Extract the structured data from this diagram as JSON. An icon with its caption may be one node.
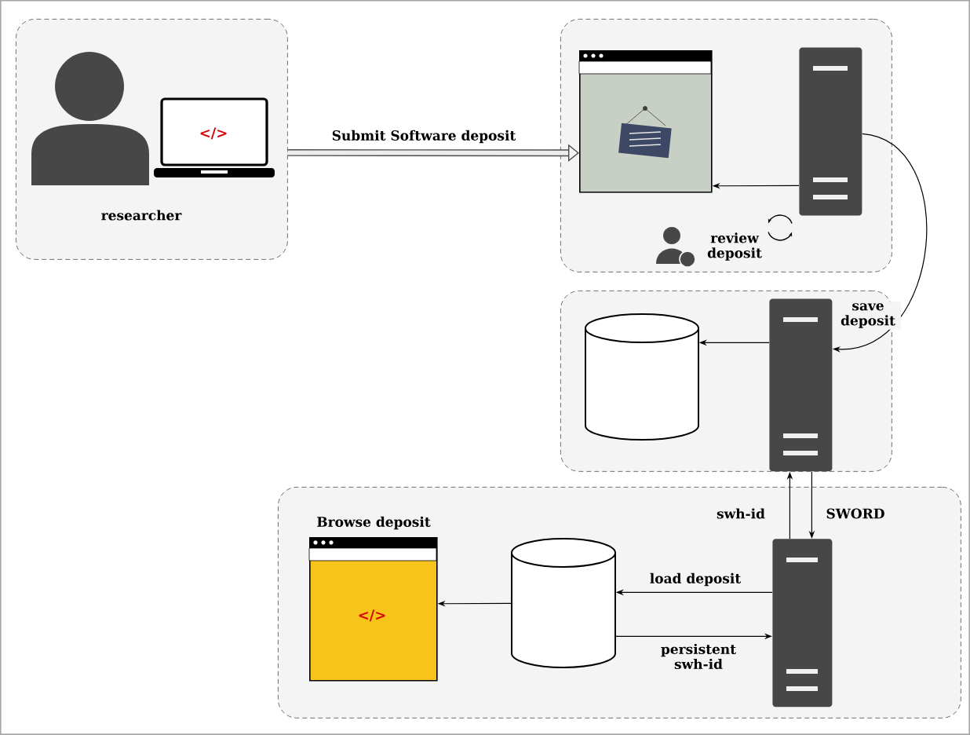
{
  "diagram": {
    "nodes": [
      {
        "text": [
          "researcher"
        ]
      },
      {
        "text": [
          "review deposit"
        ]
      },
      {
        "text": [],
        "shape": "picture",
        "in": 1
      },
      {
        "text": [],
        "shape": "box",
        "in": 1
      },
      {
        "text": [],
        "shape": "box"
      },
      {
        "text": [],
        "shape": "cylinder",
        "in": 4
      },
      {
        "text": [],
        "shape": "box",
        "in": 4
      },
      {
        "text": [],
        "shape": "box"
      },
      {
        "text": [
          "Browse deposit",
          "</>"
        ],
        "in": 7
      },
      {
        "text": [],
        "shape": "cylinder",
        "in": 7
      },
      {
        "text": [],
        "shape": "box",
        "in": 7
      }
    ],
    "edges": [
      {
        "from": 0,
        "to": 2,
        "arrow": "to",
        "label": "Submit Software deposit",
        "style": "thick"
      },
      {
        "from": 3,
        "to": 2,
        "arrow": "to"
      },
      {
        "from": 3,
        "to": 6,
        "arrow": "to",
        "label": "save deposit"
      },
      {
        "from": 6,
        "to": 5,
        "arrow": "to"
      },
      {
        "from": 10,
        "to": 6,
        "arrow": "to",
        "label": "swh-id"
      },
      {
        "from": 6,
        "to": 10,
        "arrow": "to",
        "label": "SWORD"
      },
      {
        "from": 10,
        "to": 9,
        "arrow": "to",
        "label": "load deposit"
      },
      {
        "from": 9,
        "to": 10,
        "arrow": "to",
        "label": "persistent swh-id"
      },
      {
        "from": 9,
        "to": 8,
        "arrow": "to"
      }
    ],
    "labels": [
      "</>"
    ]
  }
}
